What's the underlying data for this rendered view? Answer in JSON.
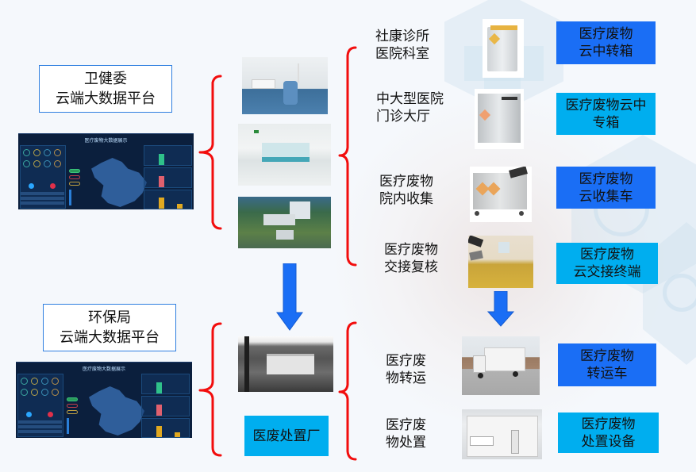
{
  "colors": {
    "tag_dark_blue": "#1a6ef5",
    "tag_light_blue": "#00aeef",
    "brace_red": "#f20d0d",
    "arrow_blue": "#1a6ef5",
    "label_border": "#2f7fe0"
  },
  "left_platforms": [
    {
      "label_line1": "卫健委",
      "label_line2": "云端大数据平台",
      "dashboard_title": "医疗废物大数据展示"
    },
    {
      "label_line1": "环保局",
      "label_line2": "云端大数据平台",
      "dashboard_title": "医疗废物大数据展示"
    }
  ],
  "hospital_photos": [
    {
      "subject": "dental-clinic-room"
    },
    {
      "subject": "hospital-lobby-nurse-station"
    },
    {
      "subject": "hospital-campus-aerial"
    }
  ],
  "disposal_plant": {
    "photo_subject": "disposal-plant-building",
    "label": "医废处置厂"
  },
  "workflow_rows": [
    {
      "caption_line1": "社康诊所",
      "caption_line2": "医院科室",
      "photo_subject": "waste-transfer-bin-small",
      "tag_line1": "医疗废物",
      "tag_line2": "云中转箱",
      "tag_color": "#1a6ef5"
    },
    {
      "caption_line1": "中大型医院",
      "caption_line2": "门诊大厅",
      "photo_subject": "waste-transfer-bin-large",
      "tag_line1": "医疗废物云中",
      "tag_line2": "专箱",
      "tag_color": "#00aeef"
    },
    {
      "caption_line1": "医疗废物",
      "caption_line2": "院内收集",
      "photo_subject": "collection-cart",
      "tag_line1": "医疗废物",
      "tag_line2": "云收集车",
      "tag_color": "#1a6ef5"
    },
    {
      "caption_line1": "医疗废物",
      "caption_line2": "交接复核",
      "photo_subject": "handover-terminal-and-bins",
      "tag_line1": "医疗废物",
      "tag_line2": "云交接终端",
      "tag_color": "#00aeef"
    },
    {
      "caption_line1": "医疗废",
      "caption_line2": "物转运",
      "photo_subject": "transport-truck",
      "tag_line1": "医疗废物",
      "tag_line2": "转运车",
      "tag_color": "#1a6ef5"
    },
    {
      "caption_line1": "医疗废",
      "caption_line2": "物处置",
      "photo_subject": "disposal-equipment",
      "tag_line1": "医疗废物",
      "tag_line2": "处置设备",
      "tag_color": "#00aeef"
    }
  ]
}
